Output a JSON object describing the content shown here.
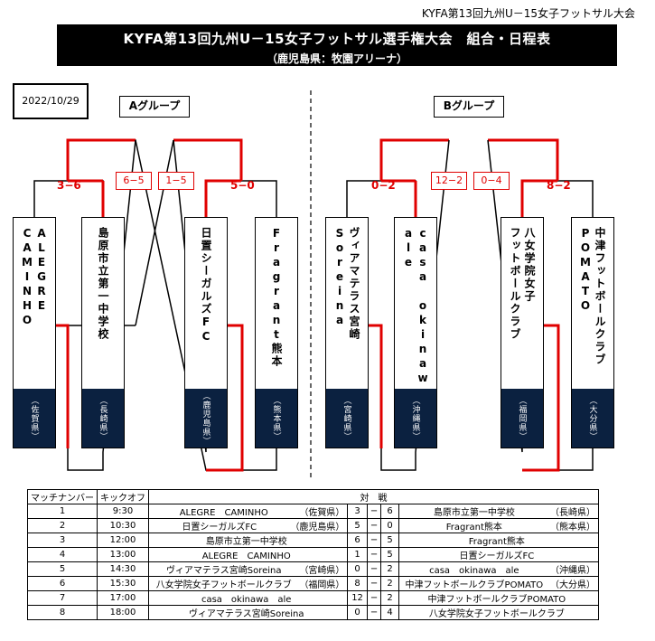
{
  "header_note": "KYFA第13回九州U－15女子フットサル大会",
  "title": {
    "main": "KYFA第13回九州U－15女子フットサル選手権大会　組合・日程表",
    "sub": "（鹿児島県：牧園アリーナ）"
  },
  "date": "2022/10/29",
  "groups": {
    "a_label": "Aグループ",
    "b_label": "Bグループ"
  },
  "teams": [
    {
      "name": "ALEGRE\nCAMINHO",
      "pref": "（佐賀県）"
    },
    {
      "name": "島原市立第一中学校",
      "pref": "（長崎県）"
    },
    {
      "name": "日置シーガルズFC",
      "pref": "（鹿児島県）"
    },
    {
      "name": "Fragrant熊本",
      "pref": "（熊本県）"
    },
    {
      "name": "ヴィアマテラス宮崎\nSoreina",
      "pref": "（宮崎県）"
    },
    {
      "name": "casa okinawa\nale",
      "pref": "（沖縄県）"
    },
    {
      "name": "八女学院女子\nフットボールクラブ",
      "pref": "（福岡県）"
    },
    {
      "name": "中津フットボールクラブ\nPOMATO",
      "pref": "（大分県）"
    }
  ],
  "bracket_scores": {
    "a_left": "3−6",
    "a_box1": "6−5",
    "a_box2": "1−5",
    "a_right": "5−0",
    "b_left": "0−2",
    "b_box1": "12−2",
    "b_box2": "0−4",
    "b_right": "8−2"
  },
  "schedule": {
    "headers": {
      "match_no": "マッチナンバー",
      "kickoff": "キックオフ",
      "versus": "対　戦"
    },
    "dash": "−",
    "rows": [
      {
        "no": "1",
        "time": "9:30",
        "home": "ALEGRE　CAMINHO",
        "home_pref": "（佐賀県）",
        "hs": "3",
        "as": "6",
        "away": "島原市立第一中学校",
        "away_pref": "（長崎県）"
      },
      {
        "no": "2",
        "time": "10:30",
        "home": "日置シーガルズFC",
        "home_pref": "（鹿児島県）",
        "hs": "5",
        "as": "0",
        "away": "Fragrant熊本",
        "away_pref": "（熊本県）"
      },
      {
        "no": "3",
        "time": "12:00",
        "home": "島原市立第一中学校",
        "home_pref": "",
        "hs": "6",
        "as": "5",
        "away": "Fragrant熊本",
        "away_pref": ""
      },
      {
        "no": "4",
        "time": "13:00",
        "home": "ALEGRE　CAMINHO",
        "home_pref": "",
        "hs": "1",
        "as": "5",
        "away": "日置シーガルズFC",
        "away_pref": ""
      },
      {
        "no": "5",
        "time": "14:30",
        "home": "ヴィアマテラス宮崎Soreina",
        "home_pref": "（宮崎県）",
        "hs": "0",
        "as": "2",
        "away": "casa　okinawa　ale",
        "away_pref": "（沖縄県）"
      },
      {
        "no": "6",
        "time": "15:30",
        "home": "八女学院女子フットボールクラブ",
        "home_pref": "（福岡県）",
        "hs": "8",
        "as": "2",
        "away": "中津フットボールクラブPOMATO",
        "away_pref": "（大分県）"
      },
      {
        "no": "7",
        "time": "17:00",
        "home": "casa　okinawa　ale",
        "home_pref": "",
        "hs": "12",
        "as": "2",
        "away": "中津フットボールクラブPOMATO",
        "away_pref": ""
      },
      {
        "no": "8",
        "time": "18:00",
        "home": "ヴィアマテラス宮崎Soreina",
        "home_pref": "",
        "hs": "0",
        "as": "4",
        "away": "八女学院女子フットボールクラブ",
        "away_pref": ""
      }
    ]
  }
}
